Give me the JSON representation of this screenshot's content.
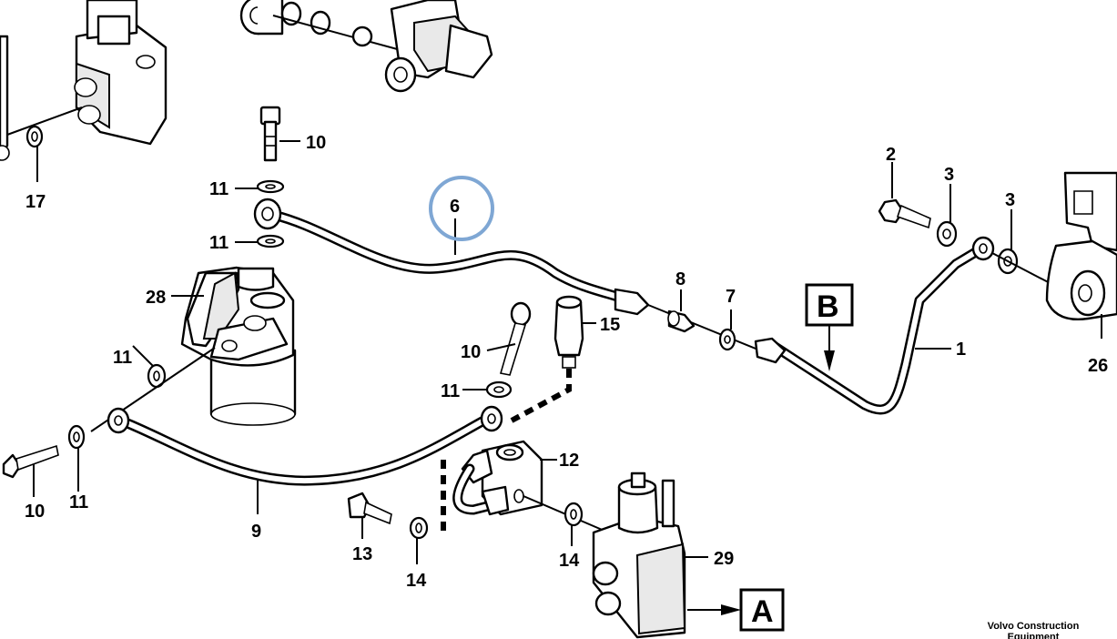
{
  "callouts": {
    "c1": "1",
    "c2": "2",
    "c3a": "3",
    "c3b": "3",
    "c6": "6",
    "c7": "7",
    "c8": "8",
    "c9": "9",
    "c10a": "10",
    "c10b": "10",
    "c10c": "10",
    "c11a": "11",
    "c11b": "11",
    "c11c": "11",
    "c11d": "11",
    "c11e": "11",
    "c12": "12",
    "c13": "13",
    "c14a": "14",
    "c14b": "14",
    "c15": "15",
    "c17": "17",
    "c26": "26",
    "c28": "28",
    "c29": "29"
  },
  "view_markers": {
    "a": "A",
    "b": "B"
  },
  "highlight": {
    "part": "6",
    "color": "#7fa7d4"
  },
  "footer": {
    "text": "Volvo Construction Equipment"
  }
}
